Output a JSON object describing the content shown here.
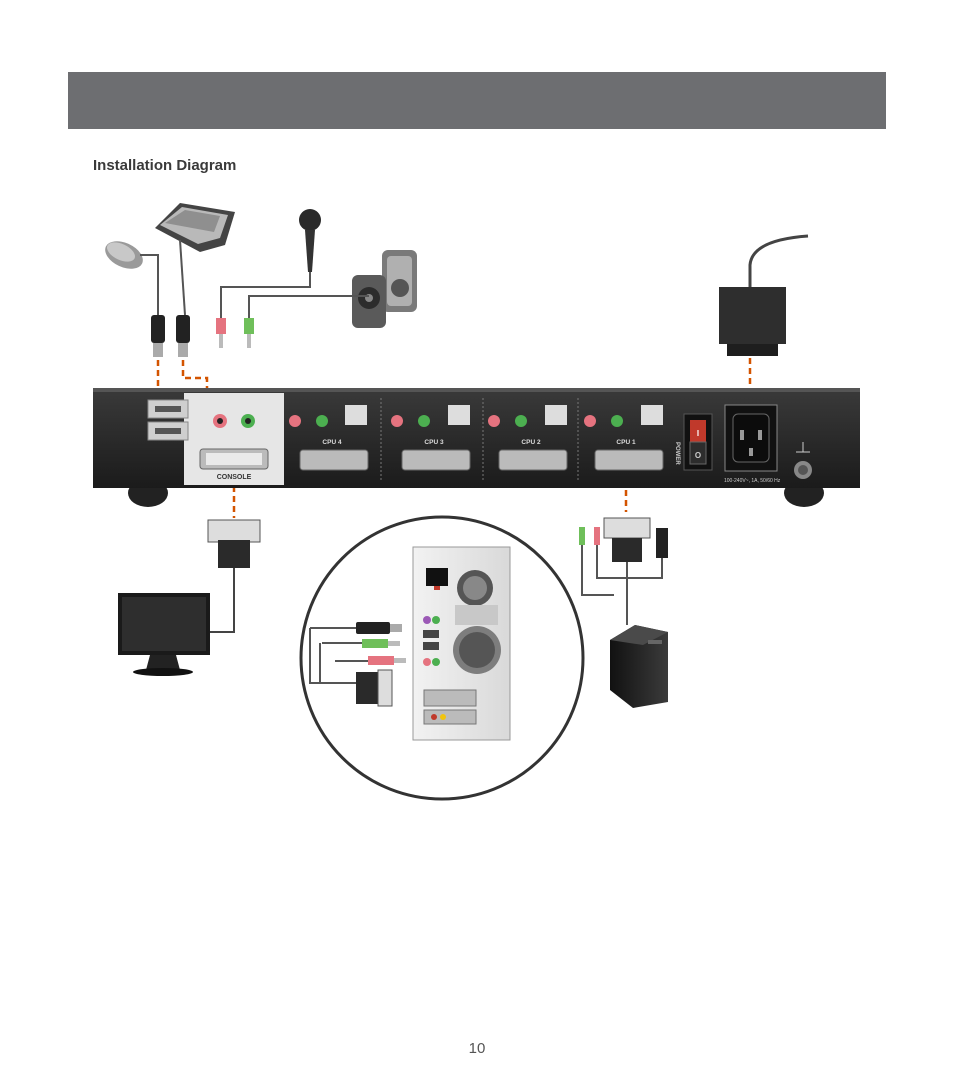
{
  "header": {
    "title": ""
  },
  "section": {
    "title": "Installation Diagram"
  },
  "kvm": {
    "console_label": "CONSOLE",
    "cpu_labels": [
      "CPU 4",
      "CPU 3",
      "CPU 2",
      "CPU 1"
    ],
    "power_label": "POWER",
    "switch_on": "I",
    "switch_off": "O",
    "rating": "100-240V~, 1A, 50/60 Hz"
  },
  "footer": {
    "page_number": "10"
  },
  "colors": {
    "header": "#6d6e71",
    "dash": "#d35400",
    "device": "#2b2b2b",
    "mic_pink": "#e5737f",
    "spk_green": "#4caf50"
  }
}
